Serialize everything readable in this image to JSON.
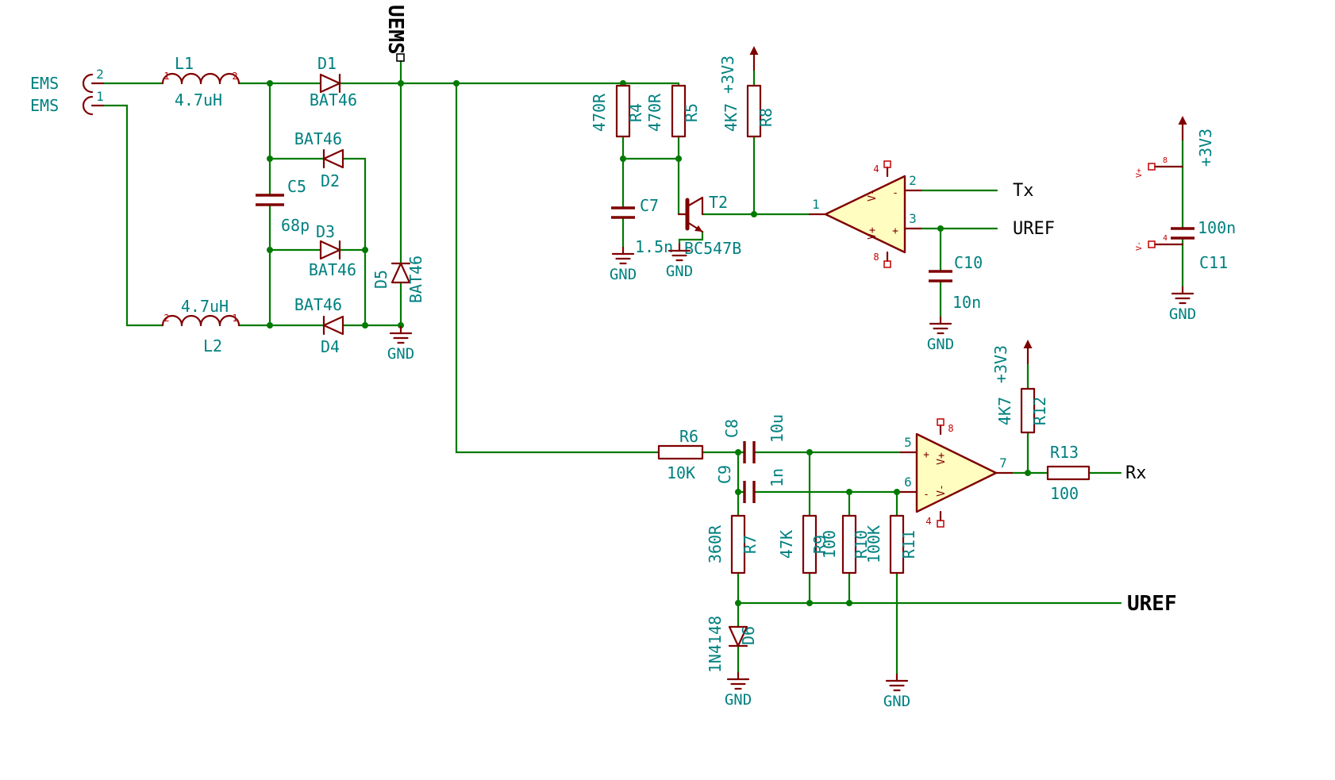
{
  "colors": {
    "wire": "#007A00",
    "symbol": "#7F0000",
    "label": "#008080",
    "pin_number": "#C00000",
    "net_label": "#000000",
    "opamp_fill": "#FFFDC0",
    "background": "#FFFFFF"
  },
  "net_labels": {
    "uems": "UEMS",
    "tx": "Tx",
    "uref_top": "UREF",
    "rx": "Rx",
    "uref_bottom": "UREF"
  },
  "power": {
    "p3v3": "+3V3",
    "gnd": "GND"
  },
  "connector": {
    "name_top": "EMS",
    "name_bottom": "EMS",
    "pin_top": "2",
    "pin_bottom": "1"
  },
  "components": {
    "l1": {
      "ref": "L1",
      "value": "4.7uH",
      "pin_left": "1",
      "pin_right": "2"
    },
    "l2": {
      "ref": "L2",
      "value": "4.7uH",
      "pin_left": "2",
      "pin_right": "1"
    },
    "d1": {
      "ref": "D1",
      "value": "BAT46"
    },
    "d2": {
      "ref": "D2",
      "value": "BAT46"
    },
    "d3": {
      "ref": "D3",
      "value": "BAT46"
    },
    "d4": {
      "ref": "D4",
      "value": "BAT46"
    },
    "d5": {
      "ref": "D5",
      "value": "BAT46"
    },
    "d6": {
      "ref": "D6",
      "value": "1N4148"
    },
    "c5": {
      "ref": "C5",
      "value": "68p"
    },
    "c7": {
      "ref": "C7",
      "value": "1.5n"
    },
    "c8": {
      "ref": "C8",
      "value": "10u"
    },
    "c9": {
      "ref": "C9",
      "value": "1n"
    },
    "c10": {
      "ref": "C10",
      "value": "10n"
    },
    "c11": {
      "ref": "C11",
      "value": "100n"
    },
    "r4": {
      "ref": "R4",
      "value": "470R"
    },
    "r5": {
      "ref": "R5",
      "value": "470R"
    },
    "r6": {
      "ref": "R6",
      "value": "10K"
    },
    "r7": {
      "ref": "R7",
      "value": "360R"
    },
    "r8": {
      "ref": "R8",
      "value": "4K7"
    },
    "r9": {
      "ref": "R9",
      "value": "47K"
    },
    "r10": {
      "ref": "R10",
      "value": "100"
    },
    "r11": {
      "ref": "R11",
      "value": "100K"
    },
    "r12": {
      "ref": "R12",
      "value": "4K7"
    },
    "r13": {
      "ref": "R13",
      "value": "100"
    },
    "t2": {
      "ref": "T2",
      "value": "BC547B"
    }
  },
  "opamp1": {
    "pin_out": "1",
    "pin_in_minus": "2",
    "pin_in_plus": "3",
    "pin_pwr_top": "4",
    "pin_pwr_bottom": "8",
    "label_vplus": "V+",
    "label_vminus": "V-",
    "sign_plus": "+",
    "sign_minus": "-"
  },
  "opamp2": {
    "pin_in_plus": "5",
    "pin_in_minus": "6",
    "pin_out": "7",
    "pin_pwr_top": "8",
    "pin_pwr_bottom": "4",
    "label_vplus": "V+",
    "label_vminus": "V-",
    "sign_plus": "+",
    "sign_minus": "-"
  },
  "power_unit": {
    "pin_top": "8",
    "pin_bottom": "4",
    "label_vplus": "V+",
    "label_vminus": "V-"
  }
}
